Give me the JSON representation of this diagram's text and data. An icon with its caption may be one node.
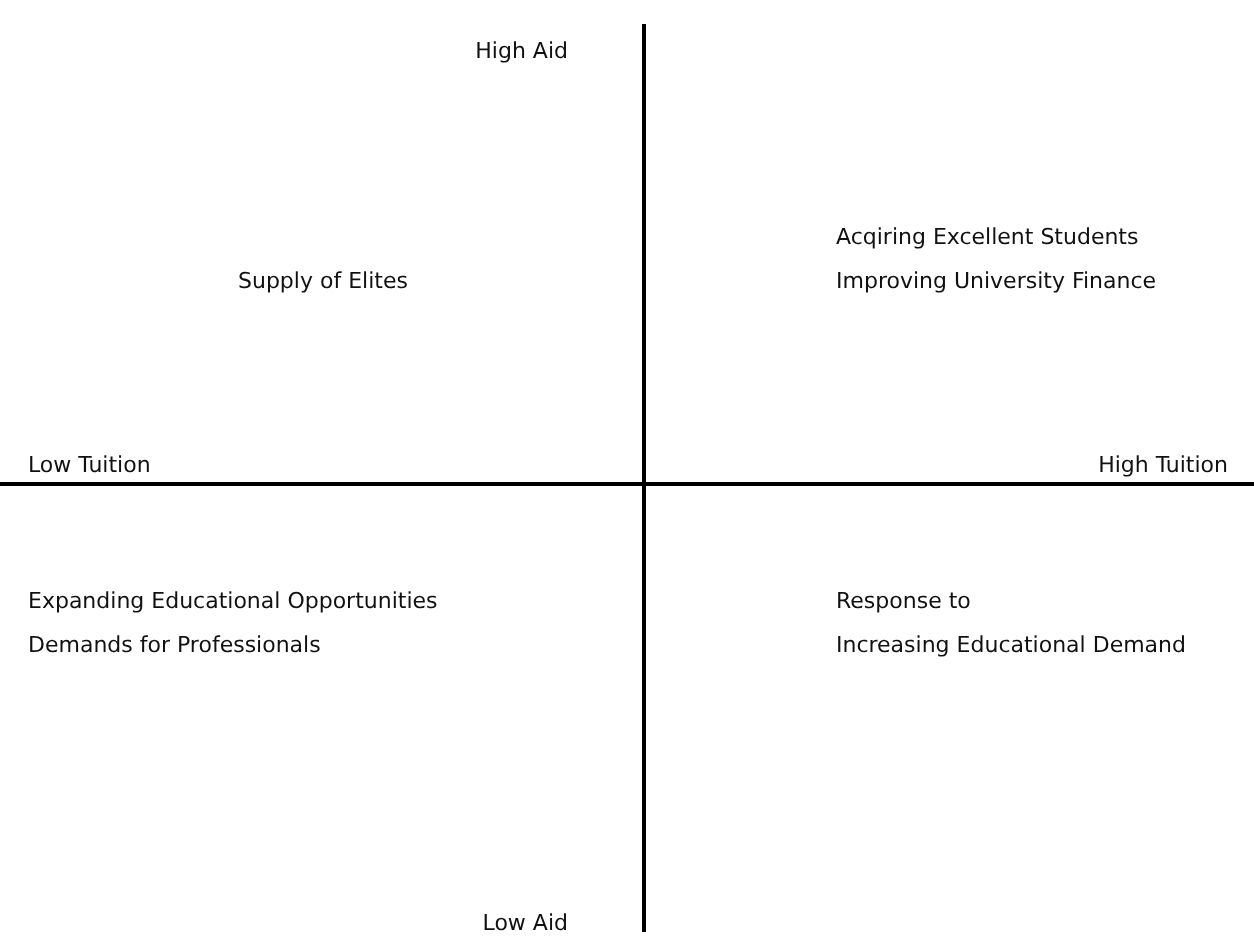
{
  "diagram": {
    "labels": [
      "High Aid",
      "Supply of Elites",
      "Acqiring Excellent Students",
      "Improving University Finance",
      "Low Tuition",
      "High Tuition",
      "Expanding Educational Opportunities",
      "Demands for Professionals",
      "Response to",
      "Increasing Educational Demand",
      "Low Aid"
    ]
  }
}
